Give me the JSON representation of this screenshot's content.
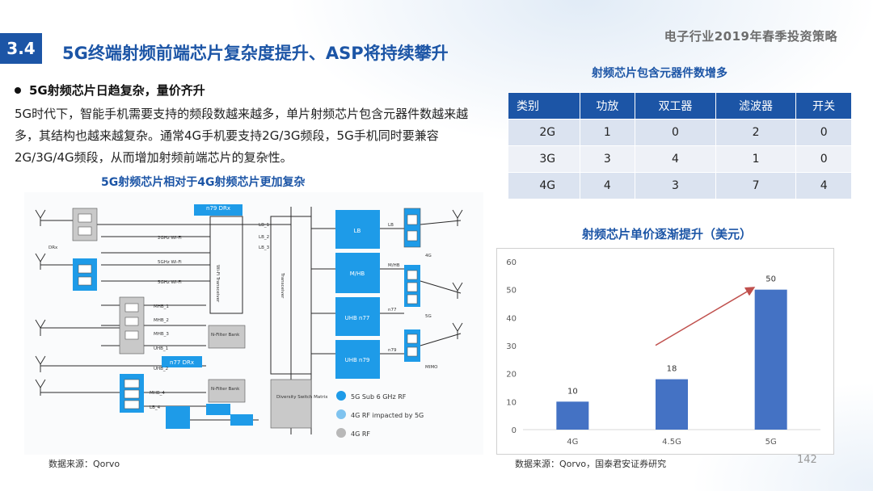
{
  "header": {
    "brand": "电子行业2019年春季投资策略"
  },
  "section": {
    "number": "3.4",
    "title": "5G终端射频前端芯片复杂度提升、ASP将持续攀升"
  },
  "left": {
    "bullet": "5G射频芯片日趋复杂，量价齐升",
    "body": "5G时代下，智能手机需要支持的频段数越来越多，单片射频芯片包含元器件数越来越多，其结构也越来越复杂。通常4G手机要支持2G/3G频段，5G手机同时要兼容2G/3G/4G频段，从而增加射频前端芯片的复杂性。",
    "diagram_title": "5G射频芯片相对于4G射频芯片更加复杂",
    "source": "数据来源：Qorvo",
    "diagram": {
      "blocks": [
        "LB",
        "M/HB",
        "UHB n77",
        "UHB n79",
        "Wi-Fi Transceiver",
        "Transceiver",
        "Diversity Switch Matrix",
        "N-Filter Bank",
        "N-Filter Bank"
      ],
      "labels": [
        "n79 DRx",
        "n77 DRx",
        "LB_1",
        "LB_2",
        "LB_3",
        "2GHz Wi-Fi",
        "5GHz Wi-Fi",
        "5GHz Wi-Fi",
        "MHB_1",
        "MHB_2",
        "MHB_3",
        "MHB_4",
        "UHB_1",
        "UHB_2",
        "LB_4",
        "LB",
        "M/HB",
        "n77",
        "n79",
        "4G",
        "5G",
        "MIMO",
        "DRx"
      ],
      "legend": [
        "5G Sub 6 GHz RF",
        "4G RF impacted by 5G",
        "4G RF"
      ]
    }
  },
  "table": {
    "title": "射频芯片包含元器件数增多",
    "headers": [
      "类别",
      "功放",
      "双工器",
      "滤波器",
      "开关"
    ],
    "rows": [
      [
        "2G",
        "1",
        "0",
        "2",
        "0"
      ],
      [
        "3G",
        "3",
        "4",
        "1",
        "0"
      ],
      [
        "4G",
        "4",
        "3",
        "7",
        "4"
      ]
    ]
  },
  "chart": {
    "title": "射频芯片单价逐渐提升（美元）",
    "source": "数据来源：Qorvo，国泰君安证券研究"
  },
  "chart_data": {
    "type": "bar",
    "categories": [
      "4G",
      "4.5G",
      "5G"
    ],
    "values": [
      10,
      18,
      50
    ],
    "title": "射频芯片单价逐渐提升（美元）",
    "xlabel": "",
    "ylabel": "",
    "ylim": [
      0,
      60
    ],
    "yticks": [
      0,
      10,
      20,
      30,
      40,
      50,
      60
    ],
    "grid": false,
    "bar_color": "#4472c4",
    "trend_arrow_color": "#c0504d"
  },
  "footer": {
    "page": "142"
  },
  "colors": {
    "accent": "#1c55a6",
    "table_header": "#1c55a6",
    "row_a": "#dbe3f0",
    "row_b": "#eef1f7",
    "rf5g": "#1e9be8",
    "rf4g5g": "#7fc3ef",
    "rf4g": "#b8b8b8"
  }
}
